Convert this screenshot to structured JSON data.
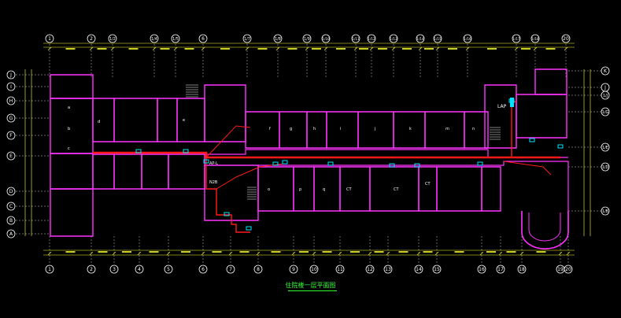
{
  "drawing": {
    "caption": "住院楼一层平面图",
    "colors": {
      "background": "#000000",
      "walls": "#ff33ff",
      "pipe": "#ff1a1a",
      "grid": "#ffffff",
      "dimension": "#ffff33",
      "equipment": "#00e5ff",
      "caption": "#33ff33"
    }
  },
  "axes": {
    "top": [
      "1",
      "2",
      "1/2",
      "1/4",
      "1/5",
      "6",
      "1/7",
      "1/8",
      "1/9",
      "1/10",
      "1/11",
      "1/12",
      "1/13",
      "1/14",
      "1/15",
      "1/16",
      "1/17",
      "1/18",
      "20"
    ],
    "bottom": [
      "1",
      "2",
      "3",
      "4",
      "5",
      "6",
      "7",
      "8",
      "9",
      "10",
      "11",
      "12",
      "13",
      "14",
      "15",
      "16",
      "17",
      "18",
      "19",
      "20"
    ],
    "left": [
      "J",
      "I",
      "H",
      "G",
      "F",
      "E",
      "D",
      "C",
      "B",
      "A"
    ],
    "right": [
      "K",
      "J",
      "1/J",
      "1/G",
      "1/E",
      "1/D",
      "1/B"
    ]
  },
  "rooms": [
    {
      "id": "r1",
      "label": "a"
    },
    {
      "id": "r2",
      "label": "b"
    },
    {
      "id": "r3",
      "label": "c"
    },
    {
      "id": "r4",
      "label": "d"
    },
    {
      "id": "r5",
      "label": "e"
    },
    {
      "id": "r6",
      "label": "f"
    },
    {
      "id": "r7",
      "label": "g"
    },
    {
      "id": "r8",
      "label": "h"
    },
    {
      "id": "r9",
      "label": "i"
    },
    {
      "id": "r10",
      "label": "j"
    },
    {
      "id": "r11",
      "label": "k"
    },
    {
      "id": "r12",
      "label": "m"
    },
    {
      "id": "r13",
      "label": "n"
    },
    {
      "id": "r14",
      "label": "o"
    },
    {
      "id": "r15",
      "label": "p"
    },
    {
      "id": "r16",
      "label": "q"
    },
    {
      "id": "r17",
      "label": "CT"
    },
    {
      "id": "r18",
      "label": "CT"
    },
    {
      "id": "r19",
      "label": "CT"
    }
  ],
  "labels": {
    "lap": "LAP",
    "ap_l": "AP-L",
    "n2b": "N2B"
  }
}
